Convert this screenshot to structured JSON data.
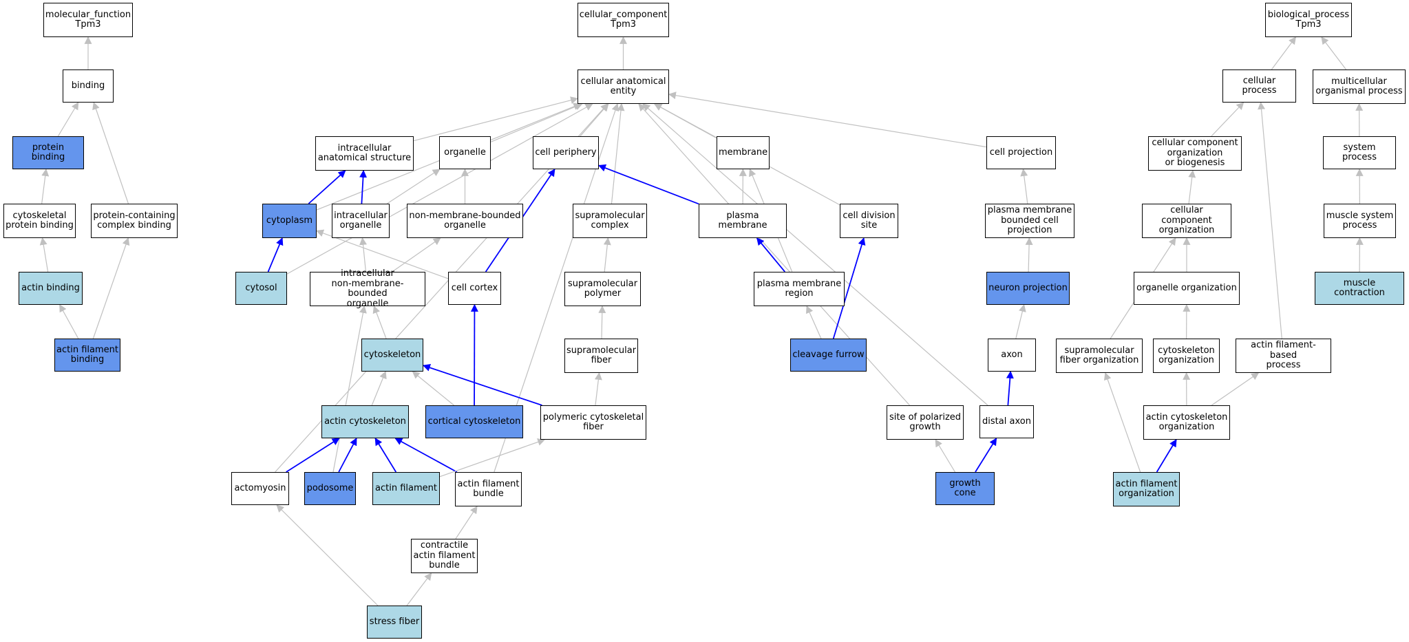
{
  "colors": {
    "edge_gray": "#c0c0c0",
    "edge_blue": "#0000ff",
    "node_white": "#ffffff",
    "node_lightblue": "#add8e6",
    "node_cornflower": "#6495ed"
  },
  "nodes": {
    "mf_root": {
      "label": "molecular_function\nTpm3",
      "fill": "white"
    },
    "cc_root": {
      "label": "cellular_component\nTpm3",
      "fill": "white"
    },
    "bp_root": {
      "label": "biological_process\nTpm3",
      "fill": "white"
    },
    "binding": {
      "label": "binding",
      "fill": "white"
    },
    "protein_binding": {
      "label": "protein binding",
      "fill": "dark"
    },
    "cytoskeletal_protein_binding": {
      "label": "cytoskeletal\nprotein binding",
      "fill": "white"
    },
    "protein_containing_complex_binding": {
      "label": "protein-containing\ncomplex binding",
      "fill": "white"
    },
    "actin_binding": {
      "label": "actin binding",
      "fill": "light"
    },
    "actin_filament_binding": {
      "label": "actin filament\nbinding",
      "fill": "dark"
    },
    "cellular_anatomical_entity": {
      "label": "cellular anatomical\nentity",
      "fill": "white"
    },
    "intracellular_anatomical_structure": {
      "label": "intracellular\nanatomical structure",
      "fill": "white"
    },
    "organelle": {
      "label": "organelle",
      "fill": "white"
    },
    "cell_periphery": {
      "label": "cell periphery",
      "fill": "white"
    },
    "membrane": {
      "label": "membrane",
      "fill": "white"
    },
    "cell_projection": {
      "label": "cell projection",
      "fill": "white"
    },
    "cytoplasm": {
      "label": "cytoplasm",
      "fill": "dark"
    },
    "intracellular_organelle": {
      "label": "intracellular\norganelle",
      "fill": "white"
    },
    "non_membrane_bounded_organelle": {
      "label": "non-membrane-bounded\norganelle",
      "fill": "white"
    },
    "supramolecular_complex": {
      "label": "supramolecular\ncomplex",
      "fill": "white"
    },
    "plasma_membrane": {
      "label": "plasma membrane",
      "fill": "white"
    },
    "cell_division_site": {
      "label": "cell division\nsite",
      "fill": "white"
    },
    "plasma_membrane_bounded_cell_projection": {
      "label": "plasma membrane\nbounded cell\nprojection",
      "fill": "white"
    },
    "cytosol": {
      "label": "cytosol",
      "fill": "light"
    },
    "intracellular_non_membrane_bounded_organelle": {
      "label": "intracellular\nnon-membrane-bounded\norganelle",
      "fill": "white"
    },
    "cell_cortex": {
      "label": "cell cortex",
      "fill": "white"
    },
    "supramolecular_polymer": {
      "label": "supramolecular\npolymer",
      "fill": "white"
    },
    "plasma_membrane_region": {
      "label": "plasma membrane\nregion",
      "fill": "white"
    },
    "neuron_projection": {
      "label": "neuron projection",
      "fill": "dark"
    },
    "cytoskeleton": {
      "label": "cytoskeleton",
      "fill": "light"
    },
    "supramolecular_fiber": {
      "label": "supramolecular\nfiber",
      "fill": "white"
    },
    "cleavage_furrow": {
      "label": "cleavage furrow",
      "fill": "dark"
    },
    "axon": {
      "label": "axon",
      "fill": "white"
    },
    "actin_cytoskeleton": {
      "label": "actin cytoskeleton",
      "fill": "light"
    },
    "cortical_cytoskeleton": {
      "label": "cortical cytoskeleton",
      "fill": "dark"
    },
    "polymeric_cytoskeletal_fiber": {
      "label": "polymeric cytoskeletal\nfiber",
      "fill": "white"
    },
    "site_of_polarized_growth": {
      "label": "site of polarized\ngrowth",
      "fill": "white"
    },
    "distal_axon": {
      "label": "distal axon",
      "fill": "white"
    },
    "actomyosin": {
      "label": "actomyosin",
      "fill": "white"
    },
    "podosome": {
      "label": "podosome",
      "fill": "dark"
    },
    "actin_filament": {
      "label": "actin filament",
      "fill": "light"
    },
    "actin_filament_bundle": {
      "label": "actin filament\nbundle",
      "fill": "white"
    },
    "growth_cone": {
      "label": "growth cone",
      "fill": "dark"
    },
    "contractile_actin_filament_bundle": {
      "label": "contractile\nactin filament\nbundle",
      "fill": "white"
    },
    "stress_fiber": {
      "label": "stress fiber",
      "fill": "light"
    },
    "cellular_process": {
      "label": "cellular process",
      "fill": "white"
    },
    "multicellular_organismal_process": {
      "label": "multicellular\norganismal process",
      "fill": "white"
    },
    "cellular_component_organization_or_biogenesis": {
      "label": "cellular component\norganization\nor biogenesis",
      "fill": "white"
    },
    "system_process": {
      "label": "system process",
      "fill": "white"
    },
    "cellular_component_organization": {
      "label": "cellular component\norganization",
      "fill": "white"
    },
    "muscle_system_process": {
      "label": "muscle system\nprocess",
      "fill": "white"
    },
    "organelle_organization": {
      "label": "organelle organization",
      "fill": "white"
    },
    "muscle_contraction": {
      "label": "muscle contraction",
      "fill": "light"
    },
    "supramolecular_fiber_organization": {
      "label": "supramolecular\nfiber organization",
      "fill": "white"
    },
    "cytoskeleton_organization": {
      "label": "cytoskeleton\norganization",
      "fill": "white"
    },
    "actin_filament_based_process": {
      "label": "actin filament-based\nprocess",
      "fill": "white"
    },
    "actin_cytoskeleton_organization": {
      "label": "actin cytoskeleton\norganization",
      "fill": "white"
    },
    "actin_filament_organization": {
      "label": "actin filament\norganization",
      "fill": "light"
    }
  },
  "edges": [
    {
      "from": "binding",
      "to": "mf_root",
      "color": "gray"
    },
    {
      "from": "protein_binding",
      "to": "binding",
      "color": "gray"
    },
    {
      "from": "cytoskeletal_protein_binding",
      "to": "protein_binding",
      "color": "gray"
    },
    {
      "from": "protein_containing_complex_binding",
      "to": "binding",
      "color": "gray"
    },
    {
      "from": "actin_binding",
      "to": "cytoskeletal_protein_binding",
      "color": "gray"
    },
    {
      "from": "actin_filament_binding",
      "to": "actin_binding",
      "color": "gray"
    },
    {
      "from": "actin_filament_binding",
      "to": "protein_containing_complex_binding",
      "color": "gray"
    },
    {
      "from": "cellular_anatomical_entity",
      "to": "cc_root",
      "color": "gray"
    },
    {
      "from": "intracellular_anatomical_structure",
      "to": "cellular_anatomical_entity",
      "color": "gray"
    },
    {
      "from": "organelle",
      "to": "cellular_anatomical_entity",
      "color": "gray"
    },
    {
      "from": "cell_periphery",
      "to": "cellular_anatomical_entity",
      "color": "gray"
    },
    {
      "from": "membrane",
      "to": "cellular_anatomical_entity",
      "color": "gray"
    },
    {
      "from": "cell_projection",
      "to": "cellular_anatomical_entity",
      "color": "gray"
    },
    {
      "from": "cytoplasm",
      "to": "cellular_anatomical_entity",
      "color": "gray"
    },
    {
      "from": "cytosol",
      "to": "cellular_anatomical_entity",
      "color": "gray"
    },
    {
      "from": "supramolecular_complex",
      "to": "cellular_anatomical_entity",
      "color": "gray"
    },
    {
      "from": "cell_division_site",
      "to": "cellular_anatomical_entity",
      "color": "gray"
    },
    {
      "from": "site_of_polarized_growth",
      "to": "cellular_anatomical_entity",
      "color": "gray"
    },
    {
      "from": "distal_axon",
      "to": "cellular_anatomical_entity",
      "color": "gray"
    },
    {
      "from": "actomyosin",
      "to": "cellular_anatomical_entity",
      "color": "gray"
    },
    {
      "from": "actin_filament_bundle",
      "to": "cellular_anatomical_entity",
      "color": "gray"
    },
    {
      "from": "cytoplasm",
      "to": "intracellular_anatomical_structure",
      "color": "blue"
    },
    {
      "from": "intracellular_organelle",
      "to": "intracellular_anatomical_structure",
      "color": "blue"
    },
    {
      "from": "intracellular_organelle",
      "to": "organelle",
      "color": "gray"
    },
    {
      "from": "non_membrane_bounded_organelle",
      "to": "organelle",
      "color": "gray"
    },
    {
      "from": "cytosol",
      "to": "cytoplasm",
      "color": "blue"
    },
    {
      "from": "cell_cortex",
      "to": "cytoplasm",
      "color": "gray"
    },
    {
      "from": "intracellular_non_membrane_bounded_organelle",
      "to": "intracellular_organelle",
      "color": "gray"
    },
    {
      "from": "intracellular_non_membrane_bounded_organelle",
      "to": "non_membrane_bounded_organelle",
      "color": "gray"
    },
    {
      "from": "cell_cortex",
      "to": "cell_periphery",
      "color": "blue"
    },
    {
      "from": "plasma_membrane",
      "to": "cell_periphery",
      "color": "blue"
    },
    {
      "from": "plasma_membrane",
      "to": "membrane",
      "color": "gray"
    },
    {
      "from": "plasma_membrane_region",
      "to": "membrane",
      "color": "gray"
    },
    {
      "from": "plasma_membrane_region",
      "to": "plasma_membrane",
      "color": "blue"
    },
    {
      "from": "cleavage_furrow",
      "to": "plasma_membrane_region",
      "color": "gray"
    },
    {
      "from": "cleavage_furrow",
      "to": "cell_division_site",
      "color": "blue"
    },
    {
      "from": "supramolecular_polymer",
      "to": "supramolecular_complex",
      "color": "gray"
    },
    {
      "from": "supramolecular_fiber",
      "to": "supramolecular_polymer",
      "color": "gray"
    },
    {
      "from": "polymeric_cytoskeletal_fiber",
      "to": "supramolecular_fiber",
      "color": "gray"
    },
    {
      "from": "cytoskeleton",
      "to": "intracellular_non_membrane_bounded_organelle",
      "color": "gray"
    },
    {
      "from": "podosome",
      "to": "intracellular_non_membrane_bounded_organelle",
      "color": "gray"
    },
    {
      "from": "actin_cytoskeleton",
      "to": "cytoskeleton",
      "color": "gray"
    },
    {
      "from": "cortical_cytoskeleton",
      "to": "cytoskeleton",
      "color": "gray"
    },
    {
      "from": "polymeric_cytoskeletal_fiber",
      "to": "cytoskeleton",
      "color": "blue"
    },
    {
      "from": "cortical_cytoskeleton",
      "to": "cell_cortex",
      "color": "blue"
    },
    {
      "from": "actomyosin",
      "to": "actin_cytoskeleton",
      "color": "blue"
    },
    {
      "from": "podosome",
      "to": "actin_cytoskeleton",
      "color": "blue"
    },
    {
      "from": "actin_filament",
      "to": "actin_cytoskeleton",
      "color": "blue"
    },
    {
      "from": "actin_filament_bundle",
      "to": "actin_cytoskeleton",
      "color": "blue"
    },
    {
      "from": "actin_filament",
      "to": "polymeric_cytoskeletal_fiber",
      "color": "gray"
    },
    {
      "from": "contractile_actin_filament_bundle",
      "to": "actin_filament_bundle",
      "color": "gray"
    },
    {
      "from": "stress_fiber",
      "to": "contractile_actin_filament_bundle",
      "color": "gray"
    },
    {
      "from": "stress_fiber",
      "to": "actomyosin",
      "color": "gray"
    },
    {
      "from": "plasma_membrane_bounded_cell_projection",
      "to": "cell_projection",
      "color": "gray"
    },
    {
      "from": "neuron_projection",
      "to": "plasma_membrane_bounded_cell_projection",
      "color": "gray"
    },
    {
      "from": "axon",
      "to": "neuron_projection",
      "color": "gray"
    },
    {
      "from": "distal_axon",
      "to": "axon",
      "color": "blue"
    },
    {
      "from": "growth_cone",
      "to": "site_of_polarized_growth",
      "color": "gray"
    },
    {
      "from": "growth_cone",
      "to": "distal_axon",
      "color": "blue"
    },
    {
      "from": "cellular_process",
      "to": "bp_root",
      "color": "gray"
    },
    {
      "from": "multicellular_organismal_process",
      "to": "bp_root",
      "color": "gray"
    },
    {
      "from": "cellular_component_organization_or_biogenesis",
      "to": "cellular_process",
      "color": "gray"
    },
    {
      "from": "actin_filament_based_process",
      "to": "cellular_process",
      "color": "gray"
    },
    {
      "from": "system_process",
      "to": "multicellular_organismal_process",
      "color": "gray"
    },
    {
      "from": "cellular_component_organization",
      "to": "cellular_component_organization_or_biogenesis",
      "color": "gray"
    },
    {
      "from": "muscle_system_process",
      "to": "system_process",
      "color": "gray"
    },
    {
      "from": "organelle_organization",
      "to": "cellular_component_organization",
      "color": "gray"
    },
    {
      "from": "supramolecular_fiber_organization",
      "to": "cellular_component_organization",
      "color": "gray"
    },
    {
      "from": "muscle_contraction",
      "to": "muscle_system_process",
      "color": "gray"
    },
    {
      "from": "cytoskeleton_organization",
      "to": "organelle_organization",
      "color": "gray"
    },
    {
      "from": "actin_cytoskeleton_organization",
      "to": "cytoskeleton_organization",
      "color": "gray"
    },
    {
      "from": "actin_cytoskeleton_organization",
      "to": "actin_filament_based_process",
      "color": "gray"
    },
    {
      "from": "actin_filament_organization",
      "to": "supramolecular_fiber_organization",
      "color": "gray"
    },
    {
      "from": "actin_filament_organization",
      "to": "actin_cytoskeleton_organization",
      "color": "blue"
    }
  ]
}
